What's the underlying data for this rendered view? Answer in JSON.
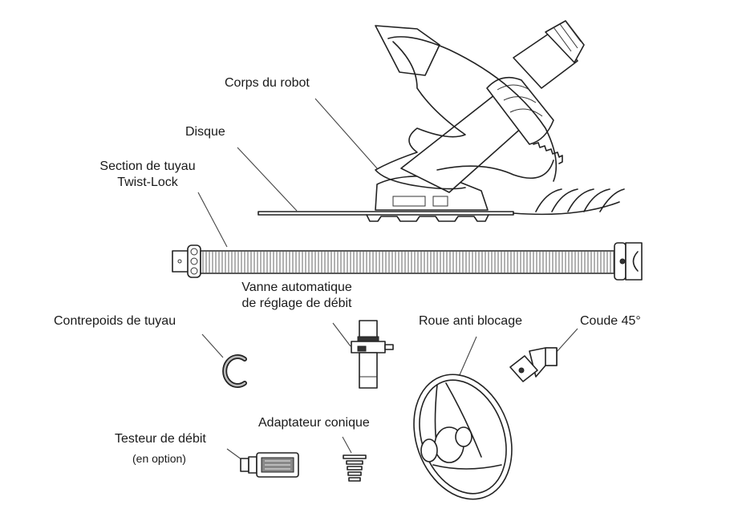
{
  "diagram": {
    "title": "Pool cleaner robot parts",
    "parts": [
      {
        "id": "corps",
        "label": "Corps du robot"
      },
      {
        "id": "disque",
        "label": "Disque"
      },
      {
        "id": "section",
        "label_line1": "Section de tuyau",
        "label_line2": "Twist-Lock"
      },
      {
        "id": "vanne",
        "label_line1": "Vanne automatique",
        "label_line2": "de réglage de débit"
      },
      {
        "id": "contrepoids",
        "label": "Contrepoids de tuyau"
      },
      {
        "id": "roue",
        "label": "Roue anti blocage"
      },
      {
        "id": "coude",
        "label": "Coude 45°"
      },
      {
        "id": "adaptateur",
        "label": "Adaptateur conique"
      },
      {
        "id": "testeur",
        "label_line1": "Testeur de débit",
        "label_line2": "(en option)"
      }
    ]
  }
}
